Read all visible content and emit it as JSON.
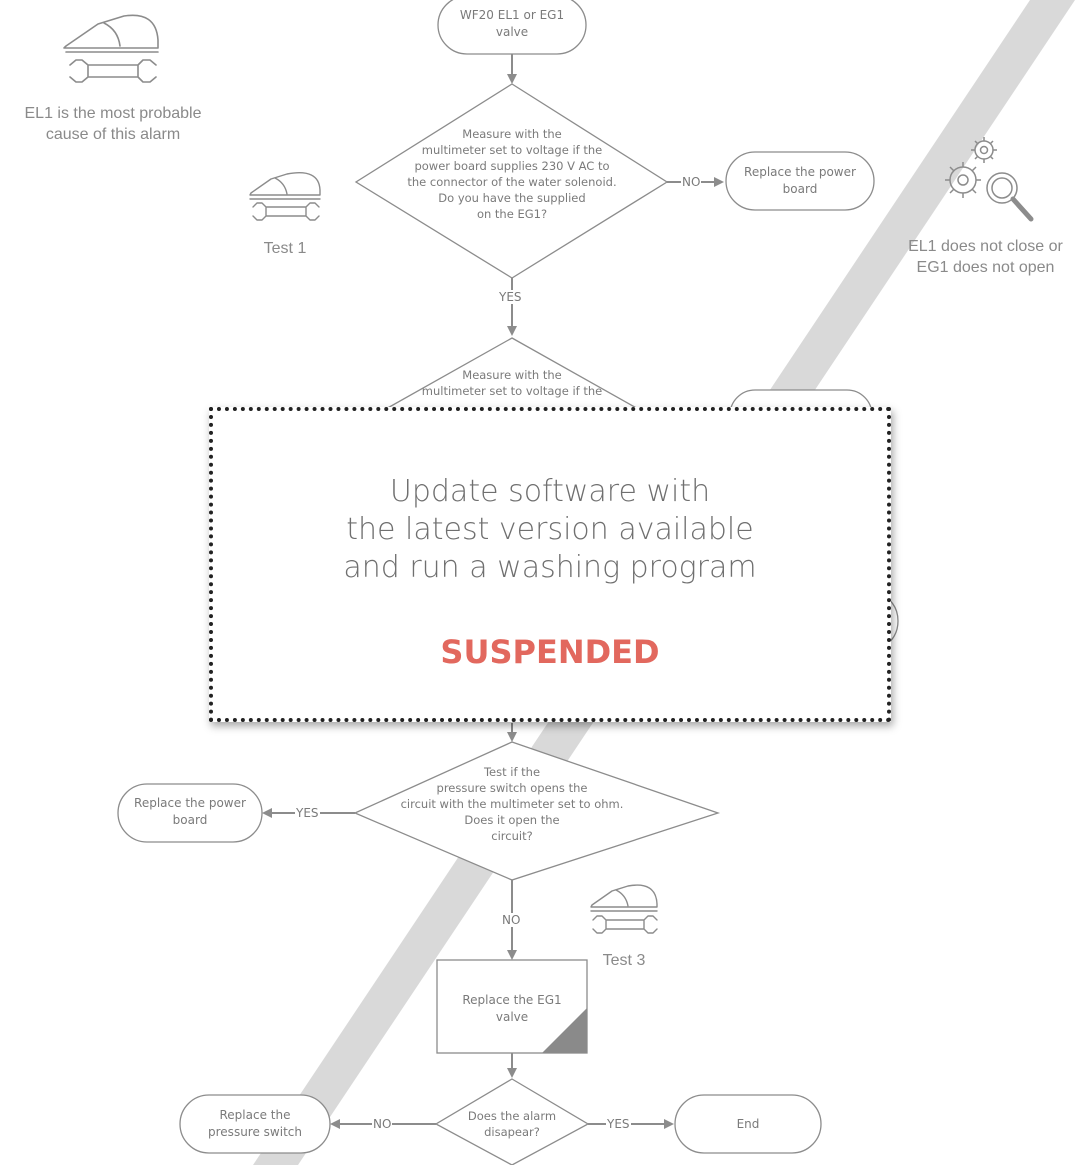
{
  "flowchart": {
    "start": [
      "WF20 EL1 or EG1",
      "valve"
    ],
    "decision1": [
      "Measure with the",
      "multimeter set to voltage if the",
      "power board supplies 230 V AC to",
      "the connector of the water solenoid.",
      "Do you have the supplied",
      "on the EG1?"
    ],
    "no1_label": "NO",
    "replace_board_top": [
      "Replace the power",
      "board"
    ],
    "yes1_label": "YES",
    "decision2_partial": [
      "Measure with the",
      "multimeter set to voltage if the"
    ],
    "decision3": [
      "Test if the",
      "pressure switch opens the",
      "circuit with the multimeter set to ohm.",
      "Does it open the",
      "circuit?"
    ],
    "yes3_label": "YES",
    "replace_board_left": [
      "Replace the power",
      "board"
    ],
    "no3_label": "NO",
    "replace_eg1": [
      "Replace the EG1",
      "valve"
    ],
    "decision4": [
      "Does the alarm",
      "disapear?"
    ],
    "no4_label": "NO",
    "replace_pressure_switch": [
      "Replace the",
      "pressure switch"
    ],
    "yes4_label": "YES",
    "end": "End"
  },
  "side_notes": {
    "probable_cause": [
      "EL1 is the most probable",
      "cause of this alarm"
    ],
    "test1": "Test 1",
    "test3": "Test 3",
    "diagnosis": [
      "EL1 does not close or",
      "EG1 does not open"
    ]
  },
  "overlay": {
    "message": [
      "Update software with",
      "the latest version available",
      "and run a washing program"
    ],
    "status": "SUSPENDED",
    "status_color": "#e2685e"
  },
  "icons": {
    "technician": "hardhat-wrench-icon",
    "diagnosis": "gears-magnifier-icon"
  },
  "colors": {
    "line": "#8c8c8c",
    "shape_stroke": "#8c8c8c",
    "watermark_stripe": "#d9d9d9",
    "corner_fill": "#8a8a8a"
  }
}
